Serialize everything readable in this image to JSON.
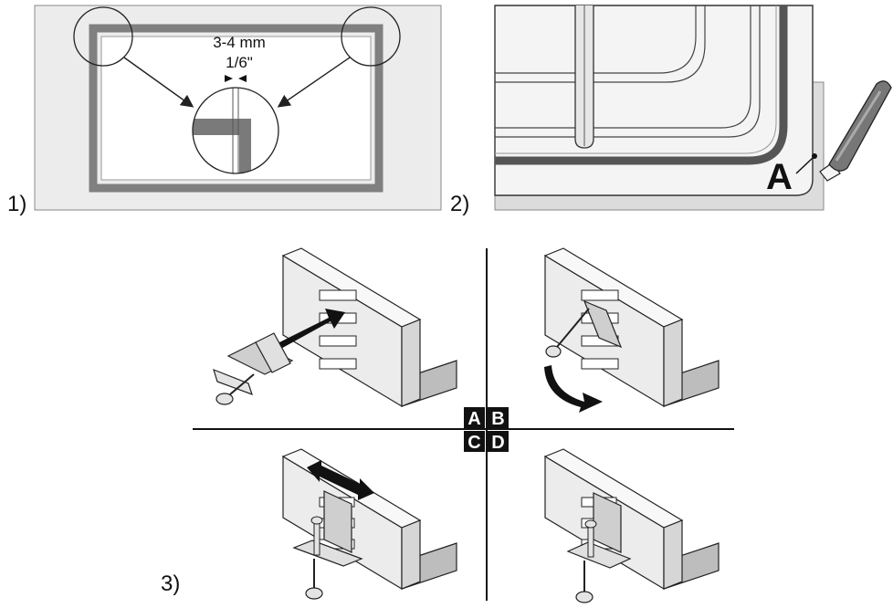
{
  "steps": {
    "step1": "1)",
    "step2": "2)",
    "step3": "3)"
  },
  "panel1": {
    "gap_mm": "3-4 mm",
    "gap_inch": "1/6\""
  },
  "panel2": {
    "marker": "A"
  },
  "panel3": {
    "quadrant_a": "A",
    "quadrant_b": "B",
    "quadrant_c": "C",
    "quadrant_d": "D"
  }
}
